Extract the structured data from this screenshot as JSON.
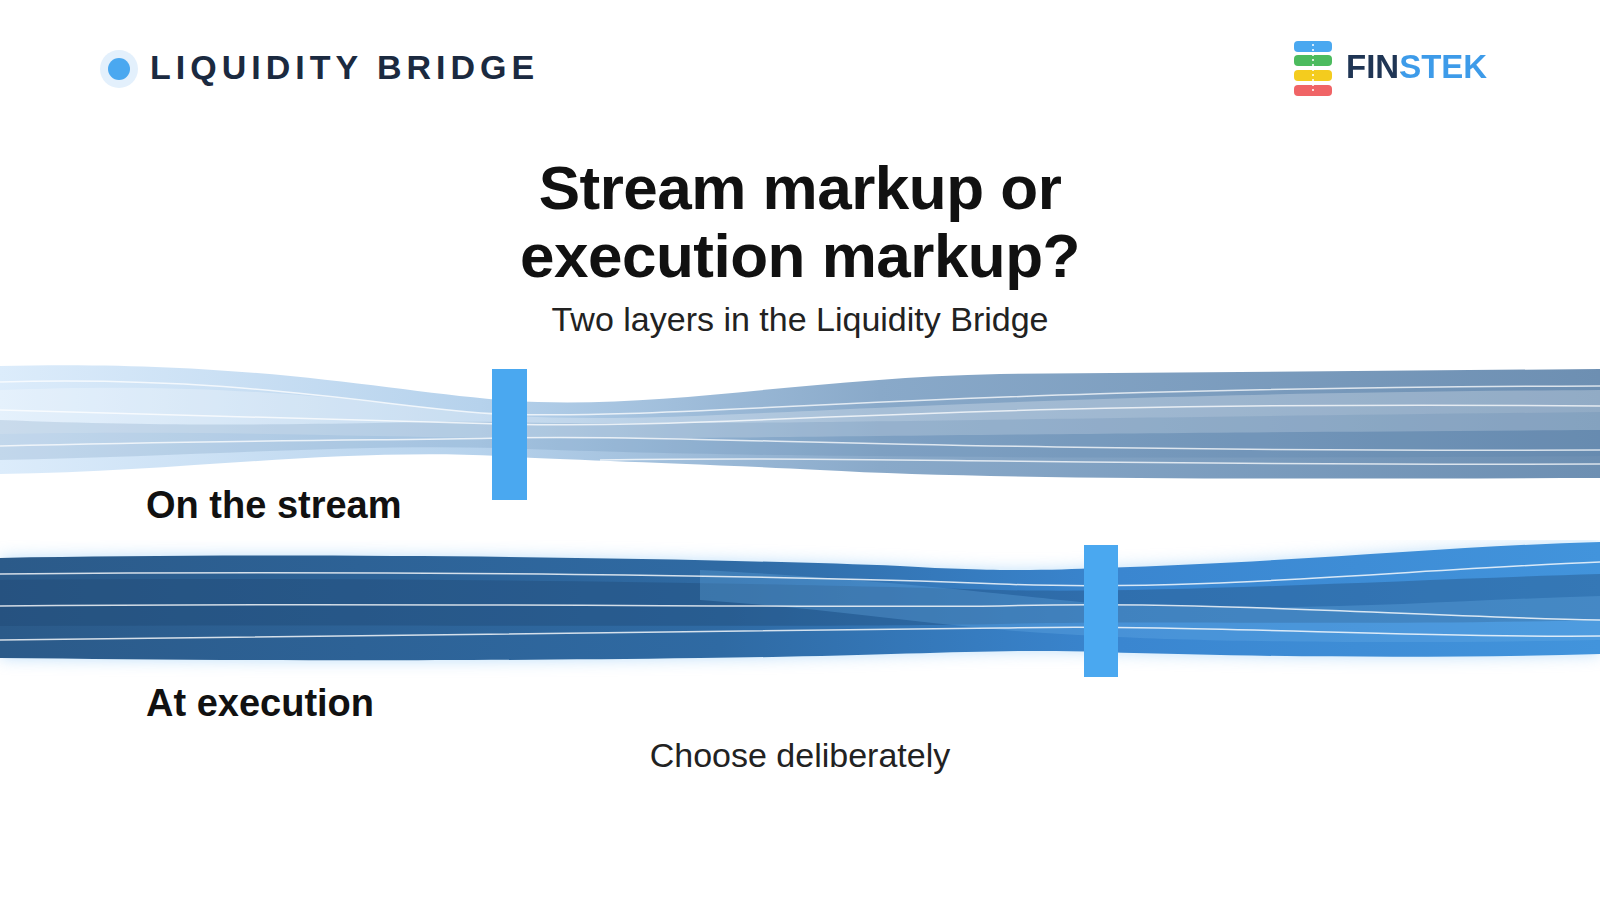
{
  "diagram": {
    "title": "Stream markup or execution markup?",
    "caption": "Choose deliberately",
    "nodes": [
      {
        "text": [
          "On the stream"
        ]
      },
      {
        "text": [
          "At execution"
        ]
      }
    ],
    "labels": [
      "LIQUIDITY BRIDGE",
      "FINSTEK",
      "Two layers in the Liquidity Bridge"
    ]
  }
}
